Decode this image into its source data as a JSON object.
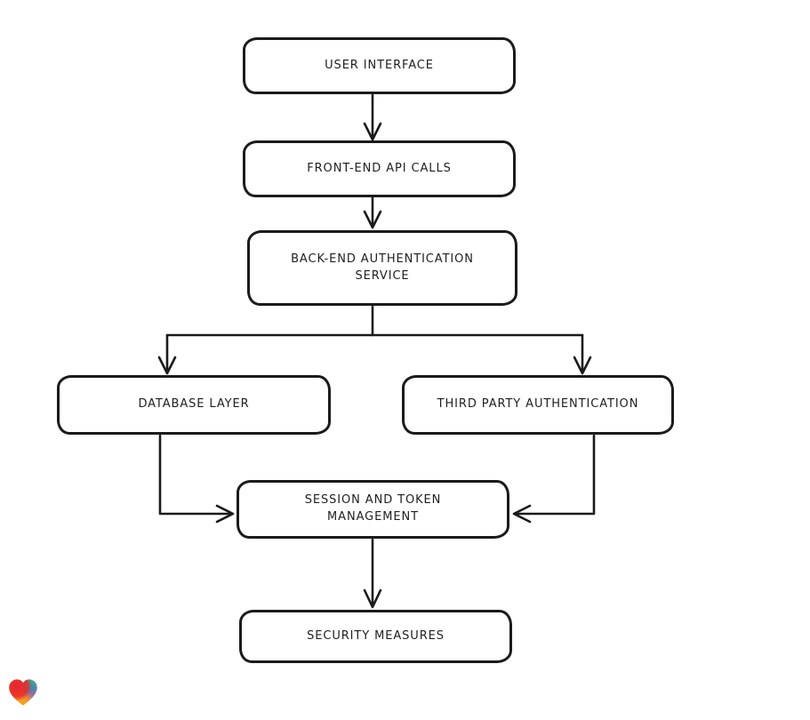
{
  "diagram": {
    "type": "flowchart",
    "style": "hand-drawn",
    "colors": {
      "background": "#ffffff",
      "stroke": "#1b1b1b",
      "box_fill": "#ffffff",
      "text": "#1f1f1f"
    },
    "nodes": [
      {
        "id": "user-interface",
        "label": "USER INTERFACE"
      },
      {
        "id": "front-end-api-calls",
        "label": "FRONT-END API CALLS"
      },
      {
        "id": "back-end-authentication-service",
        "label": "BACK-END AUTHENTICATION SERVICE"
      },
      {
        "id": "database-layer",
        "label": "DATABASE LAYER"
      },
      {
        "id": "third-party-authentication",
        "label": "THIRD PARTY AUTHENTICATION"
      },
      {
        "id": "session-and-token-management",
        "label": "SESSION AND TOKEN MANAGEMENT"
      },
      {
        "id": "security-measures",
        "label": "SECURITY MEASURES"
      }
    ],
    "edges": [
      {
        "from": "user-interface",
        "to": "front-end-api-calls"
      },
      {
        "from": "front-end-api-calls",
        "to": "back-end-authentication-service"
      },
      {
        "from": "back-end-authentication-service",
        "to": "database-layer"
      },
      {
        "from": "back-end-authentication-service",
        "to": "third-party-authentication"
      },
      {
        "from": "database-layer",
        "to": "session-and-token-management"
      },
      {
        "from": "third-party-authentication",
        "to": "session-and-token-management"
      },
      {
        "from": "session-and-token-management",
        "to": "security-measures"
      }
    ]
  },
  "branding": {
    "logo_name": "heart-gradient-logo",
    "logo_colors": {
      "red": "#e8262e",
      "teal": "#12b5a0",
      "blue": "#3c6fe0",
      "purple": "#8a4fd8",
      "orange": "#f79e1b"
    }
  }
}
